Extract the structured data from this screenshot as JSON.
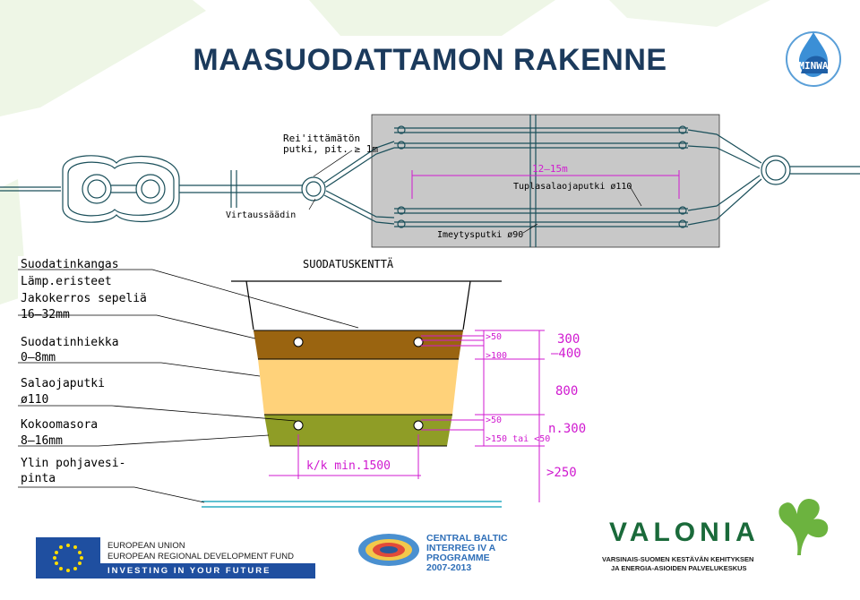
{
  "title": "MAASUODATTAMON RAKENNE",
  "logos": {
    "minwa": "MINWA",
    "eu_line1": "EUROPEAN UNION",
    "eu_line2": "EUROPEAN REGIONAL DEVELOPMENT FUND",
    "eu_bar": "INVESTING IN YOUR FUTURE",
    "cb_lines": [
      "CENTRAL BALTIC",
      "INTERREG IV A",
      "PROGRAMME",
      "2007-2013"
    ],
    "valonia": "VALONIA",
    "valonia_sub1": "VARSINAIS-SUOMEN KESTÄVÄN KEHITYKSEN",
    "valonia_sub2": "JA ENERGIA-ASIOIDEN PALVELUKESKUS"
  },
  "plan": {
    "unperforated_pipe": [
      "Rei'ittämätön",
      "putki, pit. ≥ 1m"
    ],
    "flow_regulator": "Virtaussäädin",
    "distance": "12–15m",
    "double_drain": "Tuplasalaojaputki ø110",
    "infiltration_pipe": "Imeytysputki ø90"
  },
  "section": {
    "field_title": "SUODATUSKENTTÄ",
    "labels": [
      "Suodatinkangas",
      "Lämp.eristeet",
      "Jakokerros sepeliä",
      "16–32mm",
      "Suodatinhiekka",
      "0–8mm",
      "Salaojaputki",
      "ø110",
      "Kokoomasora",
      "8–16mm",
      "Ylin pohjavesi-",
      "pinta"
    ],
    "dims": {
      "d50a": ">50",
      "d100": ">100",
      "d300": "300",
      "d400": "–400",
      "d800": "800",
      "d50b": ">50",
      "dn300": "n.300",
      "d150": ">150 tai <50",
      "d250": ">250",
      "kk": "k/k  min.1500"
    }
  },
  "colors": {
    "title": "#1b3a5c",
    "pipe": "#1a4f5a",
    "gravel_top": "#9a6410",
    "sand": "#ffd27a",
    "gravel_bottom": "#8f9d26",
    "dim": "#d01ad0",
    "water": "#5fc0d0",
    "plan_bg": "#c8c8c8"
  }
}
